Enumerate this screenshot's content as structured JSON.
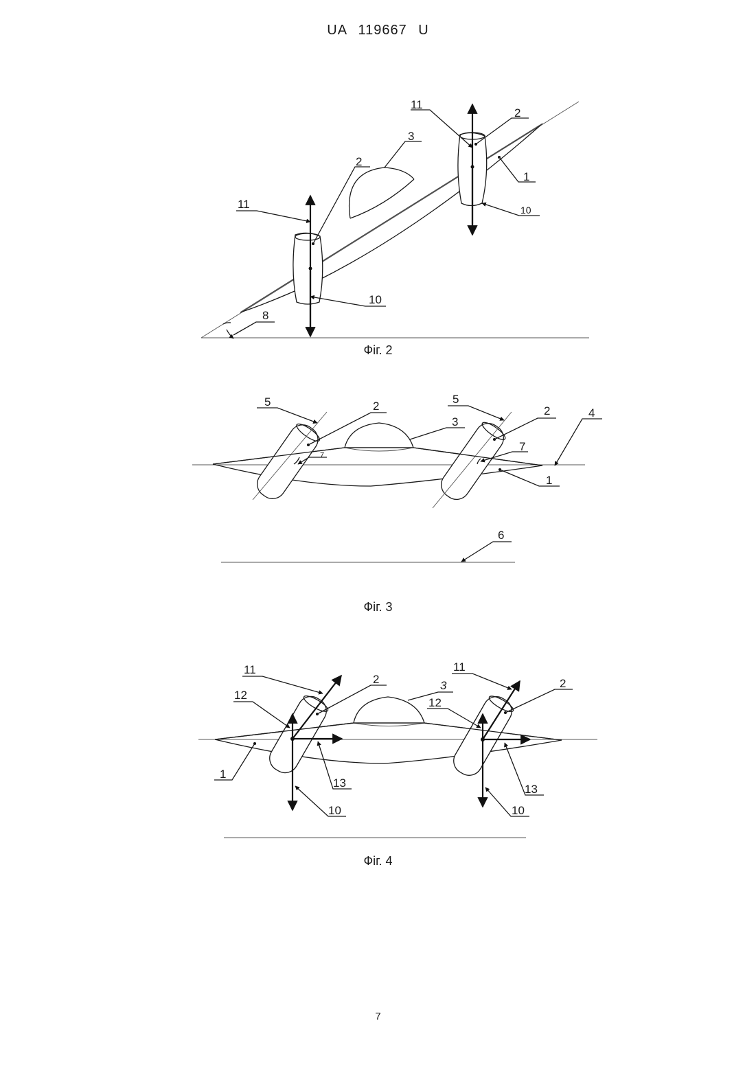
{
  "header": {
    "patent_number": "UA   119667   U"
  },
  "figures": {
    "fig2": {
      "caption": "Фіг. 2",
      "labels": {
        "l11a": "11",
        "l11b": "11",
        "l2a": "2",
        "l2b": "2",
        "l3": "3",
        "l1": "1",
        "l10a": "10",
        "l10b": "10",
        "l8": "8"
      }
    },
    "fig3": {
      "caption": "Фіг. 3",
      "labels": {
        "l5a": "5",
        "l5b": "5",
        "l2a": "2",
        "l2b": "2",
        "l3": "3",
        "l4": "4",
        "l7a": "7",
        "l7b": "7",
        "l1": "1",
        "l6": "6"
      }
    },
    "fig4": {
      "caption": "Фіг. 4",
      "labels": {
        "l11a": "11",
        "l11b": "11",
        "l12a": "12",
        "l12b": "12",
        "l2a": "2",
        "l2b": "2",
        "l3": "3",
        "l1": "1",
        "l13a": "13",
        "l13b": "13",
        "l10a": "10",
        "l10b": "10"
      }
    }
  },
  "footer": {
    "page_number": "7"
  }
}
